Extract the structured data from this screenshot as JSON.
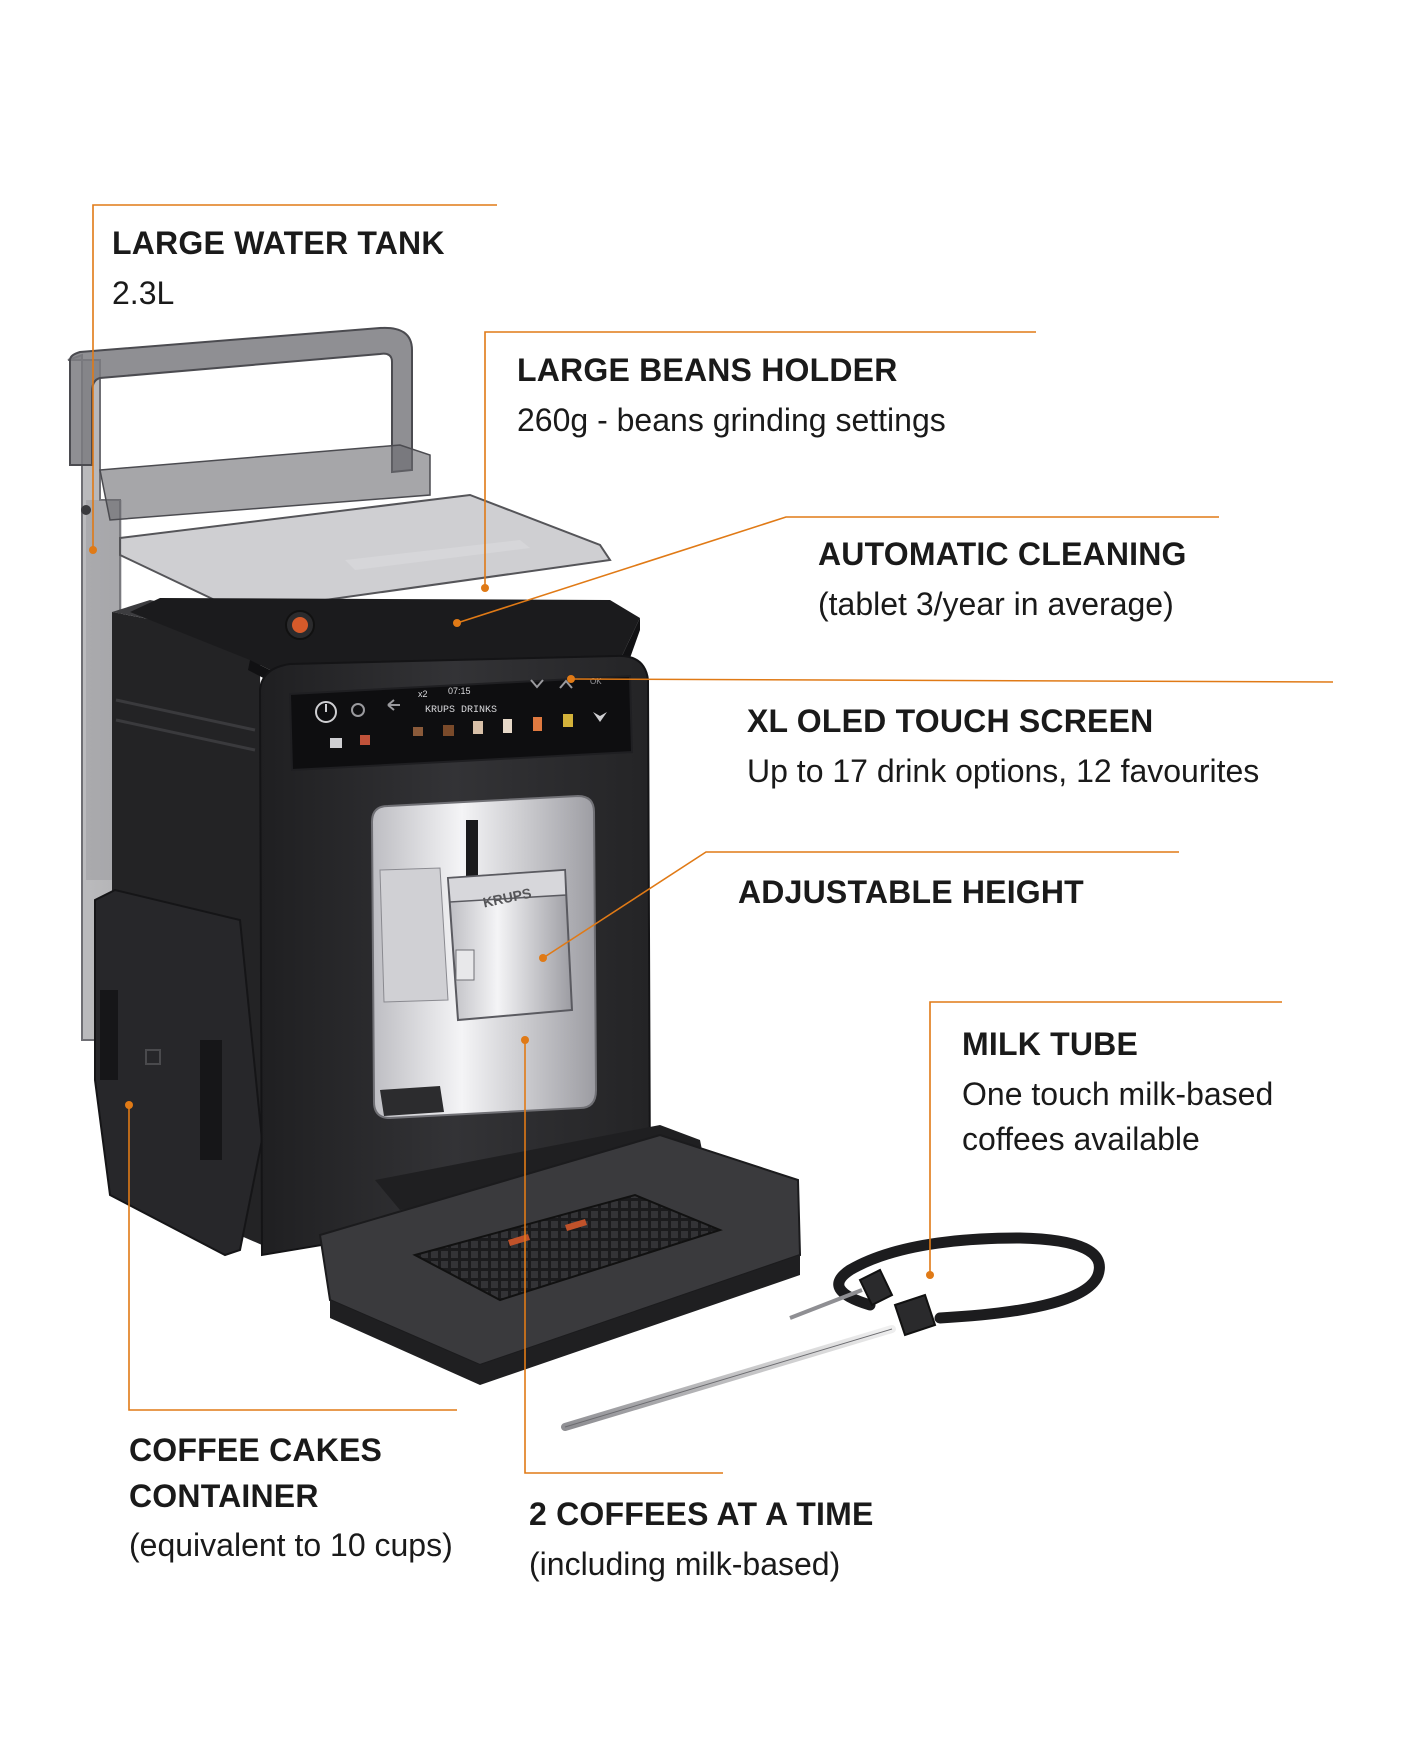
{
  "brand": {
    "nozzle_logo": "KRUPS",
    "accent_color": "#e07a16",
    "body_color": "#2b2b2d",
    "screen_color": "#0e0e10",
    "chrome_color": "#e8e8ea"
  },
  "screen": {
    "cup_count": "x2",
    "time": "07:15",
    "menu_title": "KRUPS DRINKS",
    "ok_label": "OK"
  },
  "callouts": {
    "water_tank": {
      "title": "LARGE WATER TANK",
      "desc": "2.3L"
    },
    "beans_holder": {
      "title": "LARGE BEANS HOLDER",
      "desc": "260g - beans grinding settings"
    },
    "auto_cleaning": {
      "title": "AUTOMATIC CLEANING",
      "desc": "(tablet 3/year in average)"
    },
    "touch_screen": {
      "title": "XL OLED TOUCH SCREEN",
      "desc": "Up to 17 drink options, 12 favourites"
    },
    "adjustable_height": {
      "title": "ADJUSTABLE HEIGHT"
    },
    "milk_tube": {
      "title": "MILK TUBE",
      "desc_line1": "One touch milk-based",
      "desc_line2": "coffees available"
    },
    "coffee_cakes": {
      "title_line1": "COFFEE CAKES",
      "title_line2": "CONTAINER",
      "desc": "(equivalent to 10 cups)"
    },
    "two_coffees": {
      "title": "2 COFFEES AT A TIME",
      "desc": "(including milk-based)"
    }
  }
}
